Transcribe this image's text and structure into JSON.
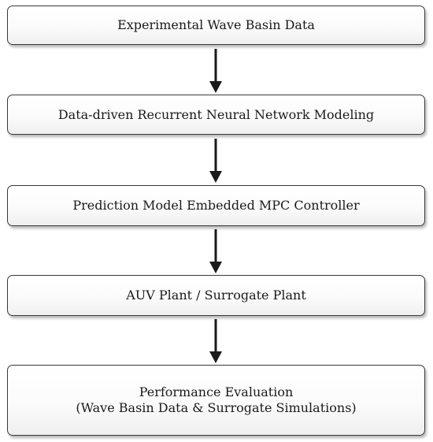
{
  "steps": [
    {
      "id": "step-1",
      "lines": [
        "Experimental Wave Basin Data"
      ]
    },
    {
      "id": "step-2",
      "lines": [
        "Data-driven Recurrent Neural Network Modeling"
      ]
    },
    {
      "id": "step-3",
      "lines": [
        "Prediction Model Embedded MPC Controller"
      ]
    },
    {
      "id": "step-4",
      "lines": [
        "AUV Plant / Surrogate Plant"
      ]
    },
    {
      "id": "step-5",
      "lines": [
        "Performance Evaluation",
        "(Wave Basin Data & Surrogate Simulations)"
      ]
    }
  ],
  "colors": {
    "box_border": "#3a3a3a",
    "arrow": "#1a1a1a",
    "text": "#1a1a1a"
  }
}
